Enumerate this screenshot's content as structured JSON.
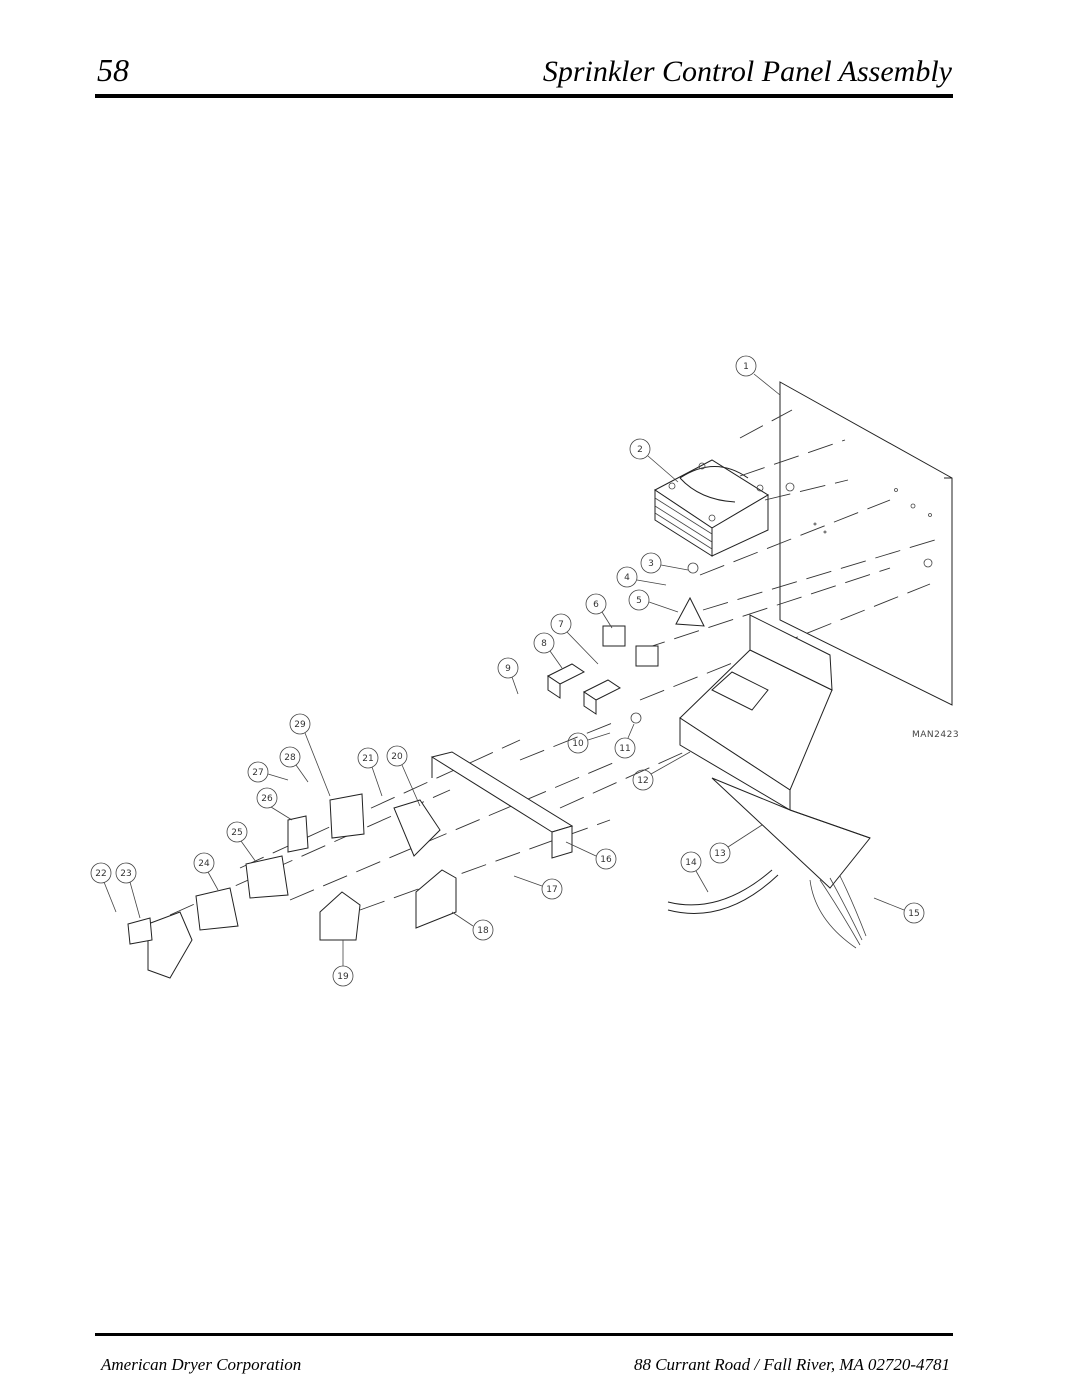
{
  "header": {
    "page_number": "58",
    "title": "Sprinkler Control Panel Assembly"
  },
  "diagram": {
    "drawing_id": "MAN2423",
    "callouts": [
      "1",
      "2",
      "3",
      "4",
      "5",
      "6",
      "7",
      "8",
      "9",
      "10",
      "11",
      "12",
      "13",
      "14",
      "15",
      "16",
      "17",
      "18",
      "19",
      "20",
      "21",
      "22",
      "23",
      "24",
      "25",
      "26",
      "27",
      "28",
      "29"
    ]
  },
  "footer": {
    "company": "American Dryer Corporation",
    "address": "88 Currant Road / Fall River, MA 02720-4781"
  }
}
